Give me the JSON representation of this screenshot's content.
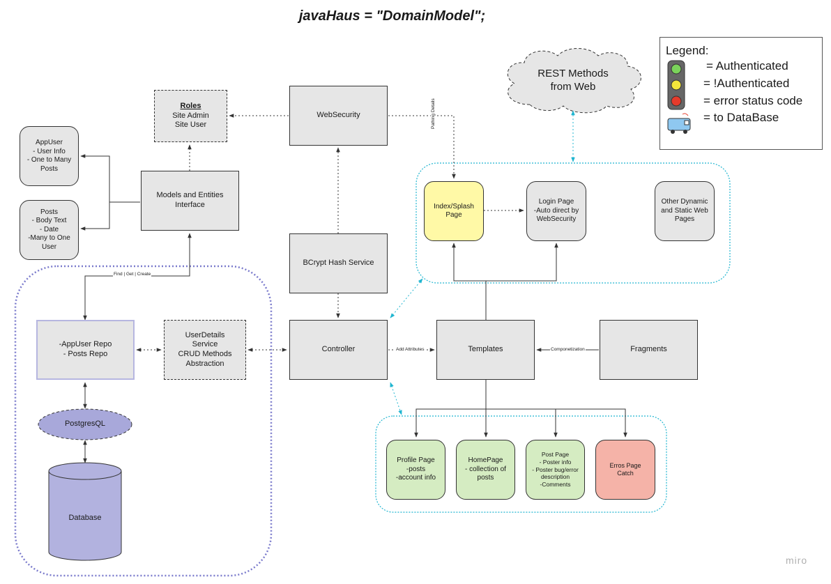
{
  "title": "javaHaus = \"DomainModel\";",
  "legend": {
    "title": "Legend:",
    "authenticated": "= Authenticated",
    "not_authenticated": "= !Authenticated",
    "error_status": "= error status code",
    "to_database": "= to DataBase"
  },
  "cloud": {
    "text": "REST Methods\nfrom Web"
  },
  "nodes": {
    "roles": {
      "heading": "Roles",
      "text": "Site Admin\nSite User"
    },
    "websecurity": "WebSecurity",
    "appuser": "AppUser\n- User Info\n- One to Many\nPosts",
    "posts": "Posts\n- Body Text\n- Date\n-Many to One\nUser",
    "models": "Models and Entities\nInterface",
    "bcrypt": "BCrypt Hash Service",
    "index": "Index/Splash\nPage",
    "login": "Login Page\n-Auto direct by\nWebSecurity",
    "other_pages": "Other Dynamic\nand Static Web\nPages",
    "repo": "-AppUser Repo\n- Posts Repo",
    "userdetails": "UserDetails\nService\nCRUD Methods\nAbstraction",
    "controller": "Controller",
    "templates": "Templates",
    "fragments": "Fragments",
    "postgres": "PostgresQL",
    "database": "Database",
    "profile": "Profile Page\n-posts\n-account info",
    "homepage": "HomePage\n- collection of\nposts",
    "postpage": "Post Page\n- Poster info\n- Poster bug/error\ndescription\n-Comments",
    "errors": "Erros Page\nCatch"
  },
  "edge_labels": {
    "pathing": "Pathing Details",
    "find": "Find | Get | Create",
    "add_attr": "Add Attributes",
    "componetization": "Componetization"
  },
  "colors": {
    "node_fill": "#e6e6e6",
    "index_fill": "#fff9a6",
    "green_fill": "#d5ecc2",
    "red_fill": "#f5b3a8",
    "repo_border": "#b6b6e0",
    "db_fill": "#b2b2df",
    "postgres_fill": "#a8a8da",
    "cyan": "#1fb5d0",
    "purple": "#7b7bcc"
  },
  "watermark": "miro"
}
